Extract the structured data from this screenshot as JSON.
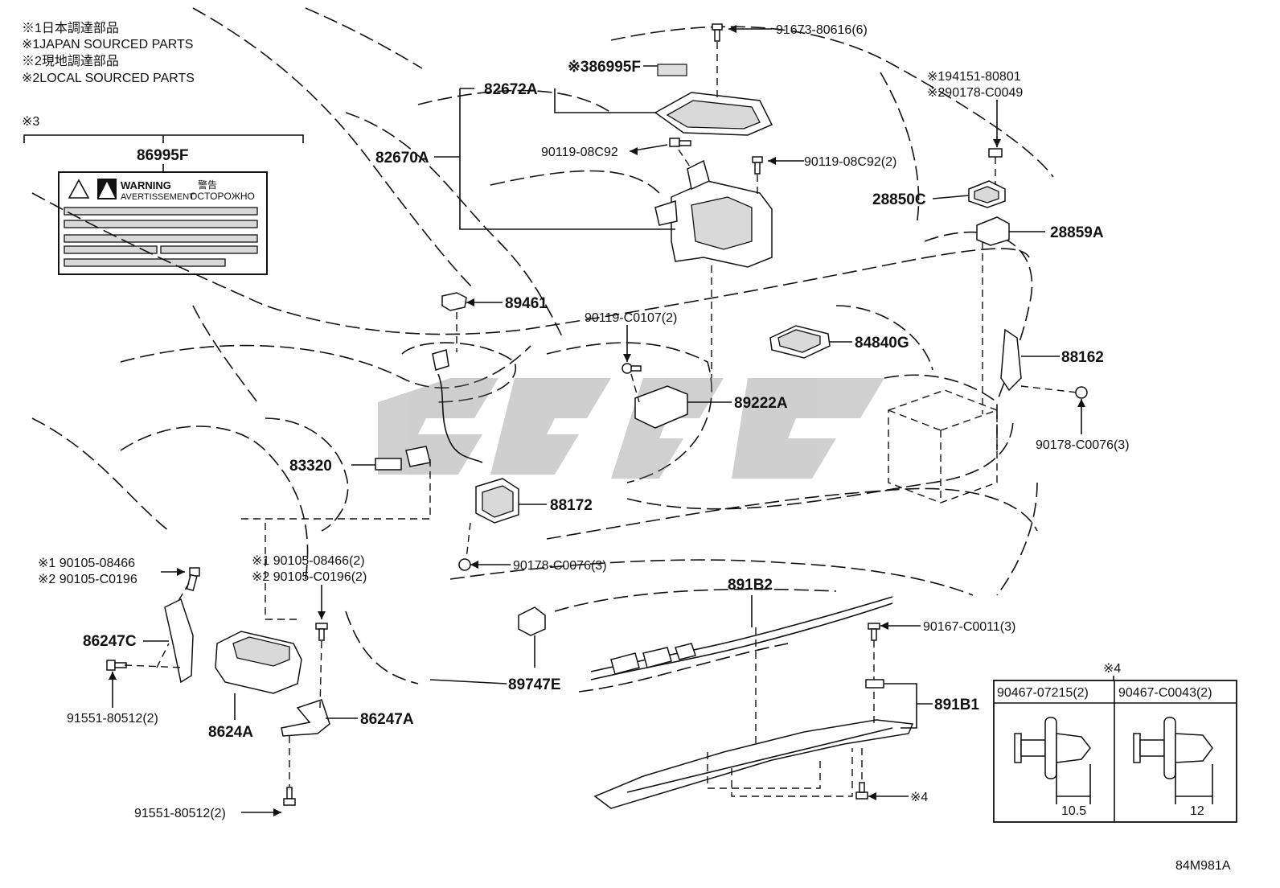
{
  "notes": {
    "n1_jp": "※1日本調達部品",
    "n1_en": "※1JAPAN SOURCED PARTS",
    "n2_jp": "※2現地調達部品",
    "n2_en": "※2LOCAL SOURCED PARTS",
    "n3_mark": "※3",
    "n4_mark": "※4"
  },
  "label_panel": {
    "part": "86995F",
    "warning_en": "WARNING",
    "warning_fr": "AVERTISSEMENT",
    "warning_jp": "警告",
    "warning_ru": "OCTOPOЖHO"
  },
  "callouts": {
    "c91673": "91673-80616(6)",
    "c86995f_ref": "※386995F",
    "c82672a": "82672A",
    "c82670a": "82670A",
    "c90119_08c92": "90119-08C92",
    "c90119_08c92_2": "90119-08C92(2)",
    "c194151": "※194151-80801",
    "c290178": "※290178-C0049",
    "c28850c": "28850C",
    "c28859a": "28859A",
    "c89461": "89461",
    "c90119_c0107": "90119-C0107(2)",
    "c84840g": "84840G",
    "c88162": "88162",
    "c89222a": "89222A",
    "c90178_right": "90178-C0076(3)",
    "c83320": "83320",
    "c88172": "88172",
    "c90178_mid": "90178-C0076(3)",
    "c891b2": "891B2",
    "c90167": "90167-C0011(3)",
    "c89747e": "89747E",
    "c891b1": "891B1",
    "c4_bolt": "※4",
    "c1_90105": "※1 90105-08466",
    "c2_90105": "※2 90105-C0196",
    "c1_90105_2": "※1 90105-08466(2)",
    "c2_90105_2": "※2 90105-C0196(2)",
    "c86247c": "86247C",
    "c91551_left": "91551-80512(2)",
    "c8624a": "8624A",
    "c86247a": "86247A",
    "c91551_bottom": "91551-80512(2)"
  },
  "clips_table": {
    "col1": "90467-07215(2)",
    "col2": "90467-C0043(2)",
    "dim1": "10.5",
    "dim2": "12"
  },
  "diagram_code": "84M981A"
}
